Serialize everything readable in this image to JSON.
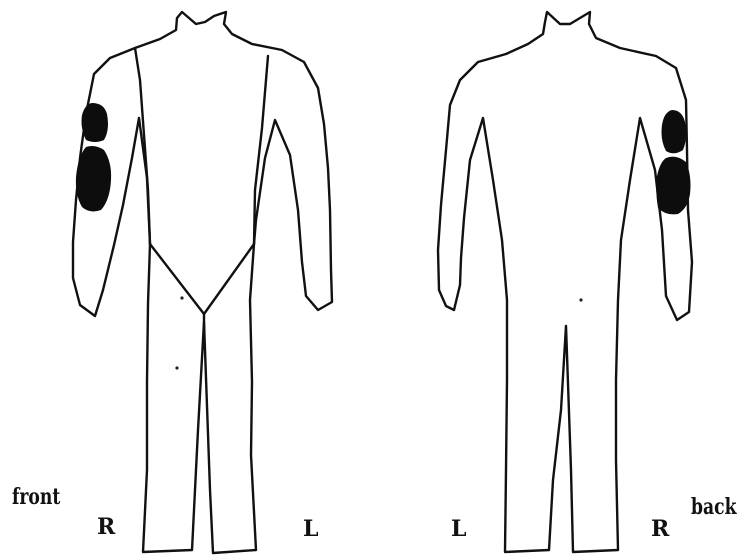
{
  "figure": {
    "front_view": {
      "label": "front",
      "right_side_label": "R",
      "left_side_label": "L",
      "marked_region": "right upper arm"
    },
    "back_view": {
      "label": "back",
      "left_side_label": "L",
      "right_side_label": "R",
      "marked_region": "right upper arm"
    },
    "colors": {
      "outline": "#111111",
      "marking": "#0d0d0d",
      "background": "#ffffff"
    }
  }
}
